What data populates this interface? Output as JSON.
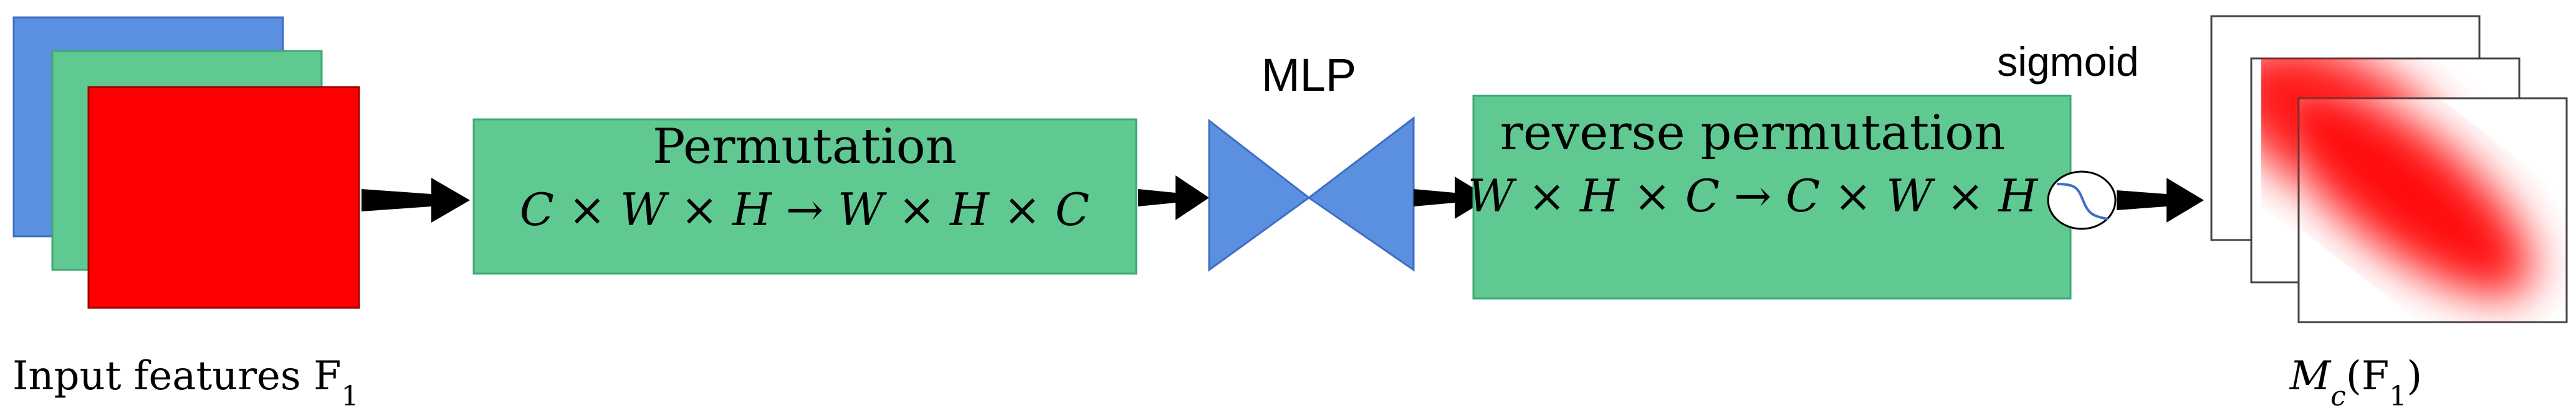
{
  "input": {
    "label_prefix": "Input features F",
    "label_sub": "1",
    "colors": {
      "back": "#5b8fdf",
      "middle": "#5fc991",
      "front": "#ff0000"
    }
  },
  "permutation": {
    "title": "Permutation",
    "formula": "C × W × H → W × H × C",
    "fill": "#5fc991"
  },
  "mlp": {
    "label": "MLP",
    "fill": "#5b8fdf"
  },
  "reverse_permutation": {
    "title": "reverse permutation",
    "formula": "W × H × C → C × W × H",
    "fill": "#5fc991"
  },
  "sigmoid": {
    "label": "sigmoid"
  },
  "output": {
    "label_main": "M",
    "label_sub": "c",
    "label_paren_open": "(F",
    "label_paren_sub": "1",
    "label_paren_close": ")",
    "heat_color": "#ff0000"
  },
  "arrow_color": "#000000"
}
